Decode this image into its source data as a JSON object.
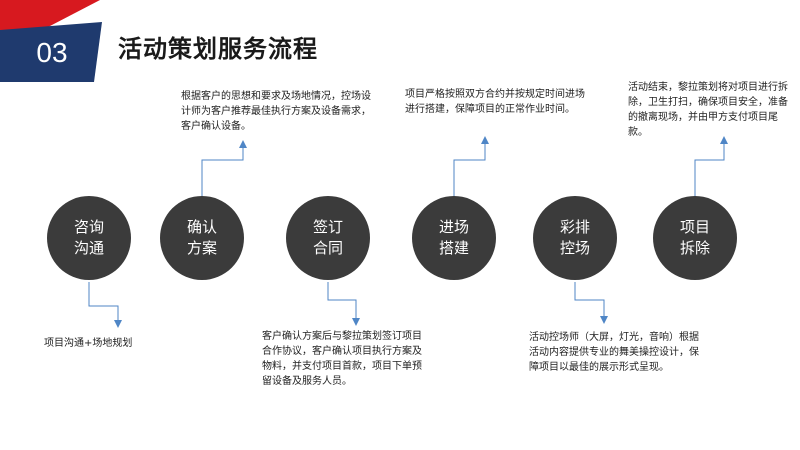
{
  "slide": {
    "number": "03",
    "title": "活动策划服务流程"
  },
  "steps": [
    {
      "label": "咨询\n沟通",
      "desc": "项目沟通+场地规划"
    },
    {
      "label": "确认\n方案",
      "desc": "根据客户的思想和要求及场地情况，控场设计师为客户推荐最佳执行方案及设备需求，客户确认设备。"
    },
    {
      "label": "签订\n合同",
      "desc": "客户确认方案后与黎拉策划签订项目合作协议，客户确认项目执行方案及物料，并支付项目首款，项目下单预留设备及服务人员。"
    },
    {
      "label": "进场\n搭建",
      "desc": "项目严格按照双方合约并按规定时间进场进行搭建，保障项目的正常作业时间。"
    },
    {
      "label": "彩排\n控场",
      "desc": "活动控场师（大屏，灯光，音响）根据活动内容提供专业的舞美操控设计，保障项目以最佳的展示形式呈现。"
    },
    {
      "label": "项目\n拆除",
      "desc": "活动结束，黎拉策划将对项目进行拆除，卫生打扫，确保项目安全，准备的撤离现场，并由甲方支付项目尾款。"
    }
  ],
  "colors": {
    "circle": "#3b3b3b",
    "connector": "#4f86c6",
    "badge_navy": "#1f3a6e",
    "badge_red": "#d7191f"
  }
}
